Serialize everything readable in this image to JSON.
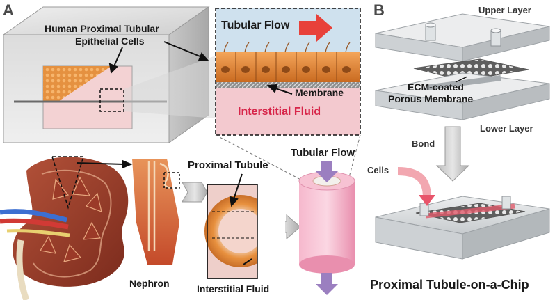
{
  "panels": {
    "a": "A",
    "b": "B"
  },
  "panel_a": {
    "cells_label_line1": "Human Proximal Tubular",
    "cells_label_line2": "Epithelial Cells",
    "inset_flow_label": "Tubular Flow",
    "membrane_label": "Membrane",
    "interstitial_label": "Interstitial Fluid",
    "proximal_tubule_label": "Proximal Tubule",
    "tubular_flow_label": "Tubular Flow",
    "nephron_label": "Nephron",
    "interstitial_bottom_label": "Interstitial Fluid"
  },
  "panel_b": {
    "upper_layer": "Upper Layer",
    "ecm_line1": "ECM-coated",
    "ecm_line2": "Porous Membrane",
    "lower_layer": "Lower Layer",
    "bond": "Bond",
    "cells": "Cells",
    "title": "Proximal Tubule-on-a-Chip"
  },
  "colors": {
    "flow_arrow": "#e8413a",
    "cell_orange": "#e08a3a",
    "interstitial_pink": "#f3c9cf",
    "tubular_blue": "#cfe1ee",
    "chip_grey": "#d9dcdf",
    "tube_pink": "#f4a6c0",
    "flow_purple": "#9b7fc0"
  }
}
